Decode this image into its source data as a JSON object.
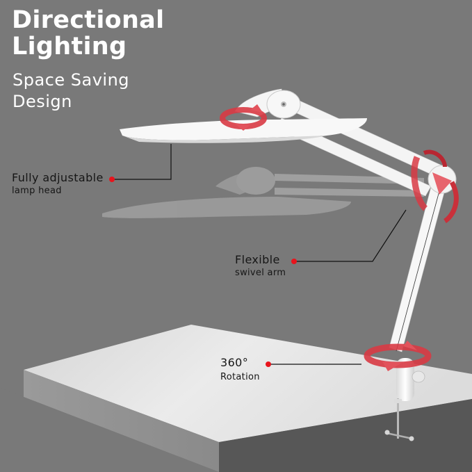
{
  "heading": {
    "title_line1": "Directional",
    "title_line2": "Lighting",
    "subtitle_line1": "Space Saving",
    "subtitle_line2": "Design"
  },
  "callouts": [
    {
      "main": "Fully adjustable",
      "sub": "lamp head"
    },
    {
      "main": "Flexible",
      "sub": "swivel arm"
    },
    {
      "main": "360°",
      "sub": "Rotation"
    }
  ],
  "colors": {
    "background": "#797979",
    "text_heading": "#ffffff",
    "text_callout": "#161616",
    "marker_dot": "#e8141c",
    "rotation_arrow": "#e0424c",
    "lamp_body": "#f7f7f7",
    "desk_top": "#e2e2e2",
    "desk_edge": "#575757"
  },
  "icons": [
    "rotation-arrow-icon",
    "callout-dot-icon"
  ]
}
